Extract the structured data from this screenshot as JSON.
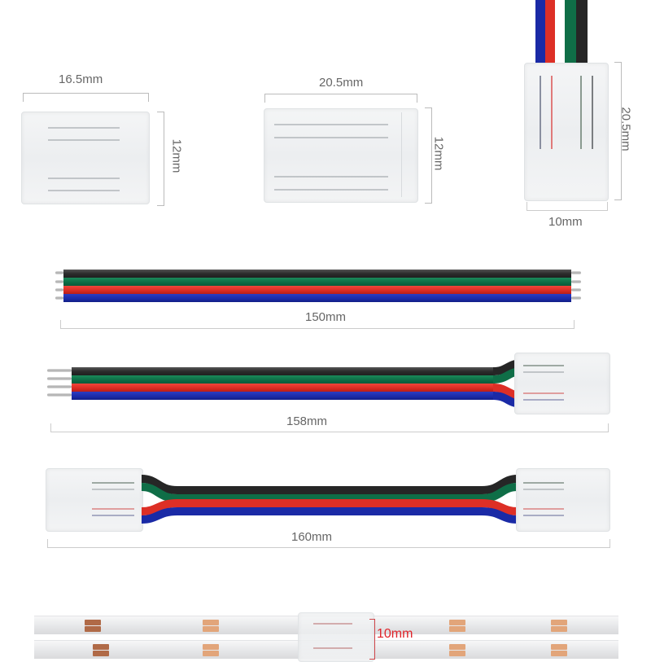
{
  "image": {
    "subject": "4-pin RGB LED strip connector dimensions diagram",
    "background": "#ffffff"
  },
  "connectors": [
    {
      "name": "small-clip",
      "width_label": "16.5mm",
      "height_label": "12mm"
    },
    {
      "name": "large-clip",
      "width_label": "20.5mm",
      "height_label": "12mm"
    },
    {
      "name": "wired-clip",
      "height_label": "20.5mm",
      "width_label": "10mm",
      "wire_colors": [
        "blue",
        "red",
        "green",
        "black"
      ]
    }
  ],
  "cables": [
    {
      "name": "bare-wire-cable",
      "length_label": "150mm",
      "ends": [
        "pins",
        "pins"
      ]
    },
    {
      "name": "single-connector-cable",
      "length_label": "158mm",
      "ends": [
        "pins",
        "clip"
      ]
    },
    {
      "name": "double-connector-cable",
      "length_label": "160mm",
      "ends": [
        "clip",
        "clip"
      ]
    }
  ],
  "strip_demo": {
    "dimension_label": "10mm",
    "label_color": "#e0242a"
  },
  "wire_colors": {
    "black": "#262626",
    "green": "#0f6e47",
    "red": "#dd2f26",
    "blue": "#1a2aa6"
  }
}
